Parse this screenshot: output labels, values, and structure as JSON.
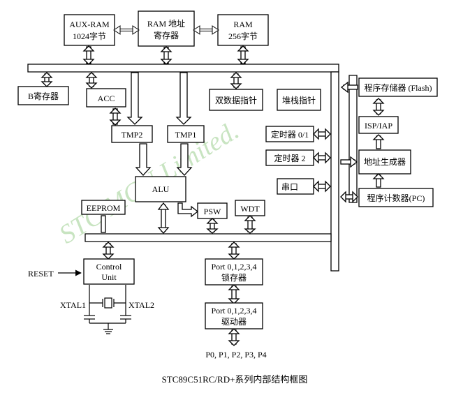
{
  "watermark": "STC   MCU   Limited.",
  "blocks": {
    "aux_ram": [
      "AUX-RAM",
      "1024字节"
    ],
    "ram_addr": [
      "RAM 地址",
      "寄存器"
    ],
    "ram256": [
      "RAM",
      "256字节"
    ],
    "b_reg": "B寄存器",
    "acc": "ACC",
    "dptr": "双数据指针",
    "stack": "堆栈指针",
    "flash": "程序存储器 (Flash)",
    "isp": "ISP/IAP",
    "timer01": "定时器 0/1",
    "timer2": "定时器  2",
    "addr_gen": "地址生成器",
    "uart": "串口",
    "pc": "程序计数器(PC)",
    "tmp2": "TMP2",
    "tmp1": "TMP1",
    "alu": "ALU",
    "eeprom": "EEPROM",
    "psw": "PSW",
    "wdt": "WDT",
    "control": [
      "Control",
      "Unit"
    ],
    "port_latch": [
      "Port 0,1,2,3,4",
      "锁存器"
    ],
    "port_driver": [
      "Port 0,1,2,3,4",
      "驱动器"
    ]
  },
  "signals": {
    "reset": "RESET",
    "xtal1": "XTAL1",
    "xtal2": "XTAL2",
    "ports": "P0, P1, P2, P3, P4"
  },
  "caption": "STC89C51RC/RD+系列内部结构框图"
}
